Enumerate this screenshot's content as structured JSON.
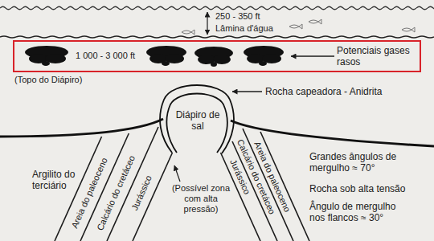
{
  "diagram": {
    "nodes": [
      {
        "text": [
          "1 000 - 3 000 ft",
          "Potenciais gases rasos"
        ]
      },
      {
        "text": [
          "Diápiro de sal"
        ]
      }
    ],
    "labels": [
      "250 - 350 ft",
      "Lâmina d'água",
      "(Topo do Diápiro)",
      "Rocha capeadora - Anidrita",
      "Argilito do terciário",
      "Areia do paleoceno",
      "Calcário do cretáceo",
      "Jurássico",
      "Areia do paleoceno",
      "Calcário do cretáceo",
      "Jurássico",
      "(Possível zona com alta pressão)",
      "Grandes ângulos de mergulho ≈ 70°",
      "Rocha sob alta tensão",
      "Ângulo de mergulho nos flancos ≈ 30°"
    ]
  }
}
